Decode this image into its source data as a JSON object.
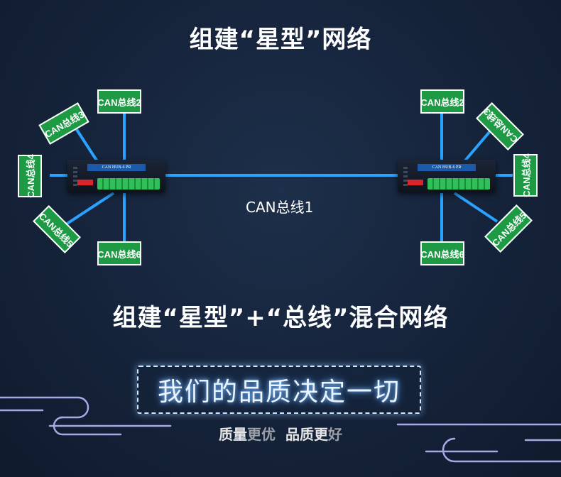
{
  "title_top": "组建“星型”网络",
  "title_bottom": "组建“星型”+“总线”混合网络",
  "bus_label": "CAN总线1",
  "hub_label": "CAN HUB-6 PR",
  "left_nodes": [
    "CAN总线2",
    "CAN总线3",
    "CAN总线4",
    "CAN总线5",
    "CAN总线6"
  ],
  "right_nodes": [
    "CAN总线2",
    "CAN总线3",
    "CAN总线4",
    "CAN总线5",
    "CAN总线6"
  ],
  "slogan_box": "我们的品质决定一切",
  "slogan": {
    "p1": "质量",
    "p2": "更优",
    "p3": "品质",
    "p4": "更",
    "p5": "好"
  },
  "colors": {
    "node_green": "#1e9a45",
    "line_blue": "#2aa3ff",
    "bg": "#15233a"
  }
}
